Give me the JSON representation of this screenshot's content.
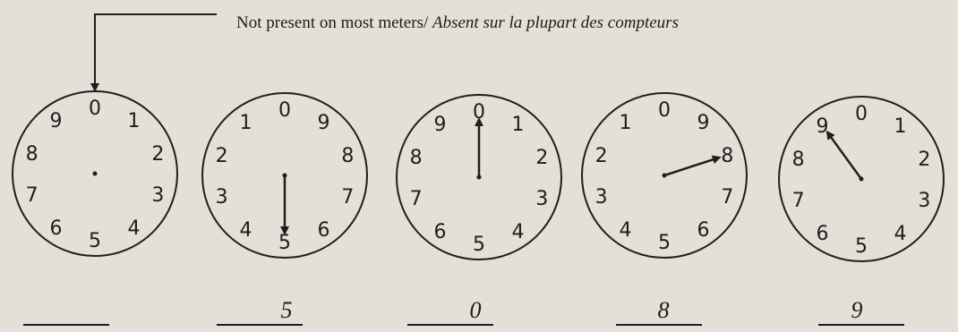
{
  "note": {
    "text_en": "Not present on most meters/",
    "text_fr": "Absent sur la plupart des compteurs"
  },
  "dials": [
    {
      "numbers": [
        "0",
        "1",
        "2",
        "3",
        "4",
        "5",
        "6",
        "7",
        "8",
        "9"
      ],
      "direction": "clockwise",
      "reading": ""
    },
    {
      "numbers": [
        "0",
        "9",
        "8",
        "7",
        "6",
        "5",
        "4",
        "3",
        "2",
        "1"
      ],
      "direction": "counterclockwise",
      "reading": "5"
    },
    {
      "numbers": [
        "0",
        "1",
        "2",
        "3",
        "4",
        "5",
        "6",
        "7",
        "8",
        "9"
      ],
      "direction": "clockwise",
      "reading": "0"
    },
    {
      "numbers": [
        "0",
        "9",
        "8",
        "7",
        "6",
        "5",
        "4",
        "3",
        "2",
        "1"
      ],
      "direction": "counterclockwise",
      "reading": "8"
    },
    {
      "numbers": [
        "0",
        "1",
        "2",
        "3",
        "4",
        "5",
        "6",
        "7",
        "8",
        "9"
      ],
      "direction": "clockwise",
      "reading": "9"
    }
  ],
  "colors": {
    "ink": "#1e1e1e",
    "paper": "#e4e0d7"
  }
}
